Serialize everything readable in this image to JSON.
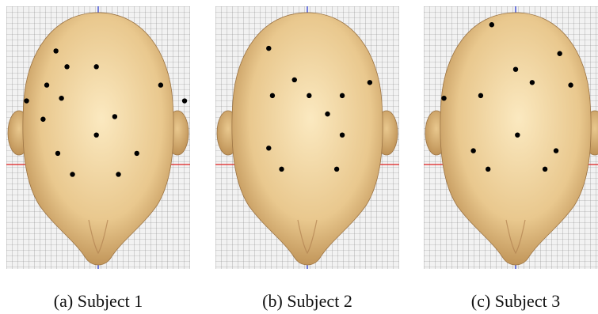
{
  "colors": {
    "background": "#ffffff",
    "grid_fill": "#f2f2f2",
    "grid_line": "#8a8a8a",
    "axis_horizontal": "#e02020",
    "axis_vertical": "#2030d0",
    "skin_light": "#fbe9c0",
    "skin_mid": "#e9c88e",
    "skin_dark": "#b88a4e",
    "marker": "#000000"
  },
  "panels": [
    {
      "caption": "(a) Subject 1",
      "markers": [
        [
          0.27,
          0.17
        ],
        [
          0.33,
          0.23
        ],
        [
          0.49,
          0.23
        ],
        [
          0.22,
          0.3
        ],
        [
          0.84,
          0.3
        ],
        [
          0.11,
          0.36
        ],
        [
          0.3,
          0.35
        ],
        [
          0.97,
          0.36
        ],
        [
          0.2,
          0.43
        ],
        [
          0.59,
          0.42
        ],
        [
          0.49,
          0.49
        ],
        [
          0.28,
          0.56
        ],
        [
          0.71,
          0.56
        ],
        [
          0.36,
          0.64
        ],
        [
          0.61,
          0.64
        ]
      ]
    },
    {
      "caption": "(b) Subject 2",
      "markers": [
        [
          0.29,
          0.16
        ],
        [
          0.43,
          0.28
        ],
        [
          0.84,
          0.29
        ],
        [
          0.31,
          0.34
        ],
        [
          0.51,
          0.34
        ],
        [
          0.69,
          0.34
        ],
        [
          0.61,
          0.41
        ],
        [
          0.69,
          0.49
        ],
        [
          0.29,
          0.54
        ],
        [
          0.36,
          0.62
        ],
        [
          0.66,
          0.62
        ]
      ]
    },
    {
      "caption": "(c) Subject 3",
      "markers": [
        [
          0.37,
          0.07
        ],
        [
          0.5,
          0.24
        ],
        [
          0.74,
          0.18
        ],
        [
          0.59,
          0.29
        ],
        [
          0.8,
          0.3
        ],
        [
          0.11,
          0.35
        ],
        [
          0.31,
          0.34
        ],
        [
          0.51,
          0.49
        ],
        [
          0.27,
          0.55
        ],
        [
          0.35,
          0.62
        ],
        [
          0.66,
          0.62
        ],
        [
          0.72,
          0.55
        ]
      ]
    }
  ]
}
